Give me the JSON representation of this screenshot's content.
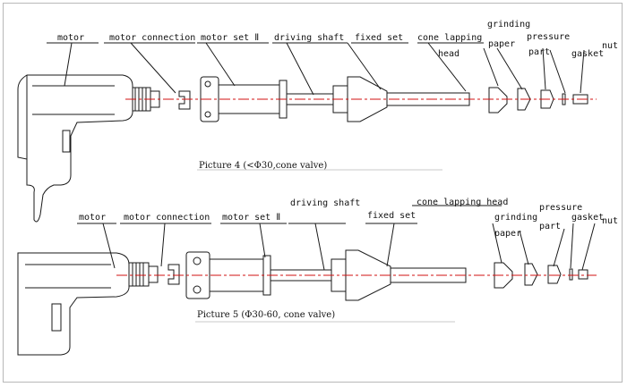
{
  "colors": {
    "line": "#1a1a1a",
    "centerline": "#d01010",
    "leader": "#1a1a1a",
    "frame": "#b8b8b8"
  },
  "diagram1": {
    "labels": {
      "motor": "motor",
      "motor_connection": "motor connection",
      "motor_set": "motor set Ⅱ",
      "driving_shaft": "driving shaft",
      "fixed_set": "fixed set",
      "cone_lapping": "cone lapping",
      "head": "head",
      "grinding": "grinding",
      "paper": "paper",
      "pressure": "pressure",
      "part": "part",
      "gasket": "gasket",
      "nut": "nut"
    },
    "caption": "Picture 4 (<Φ30,cone valve)"
  },
  "diagram2": {
    "labels": {
      "motor": "motor",
      "motor_connection": "motor connection",
      "motor_set": "motor set Ⅱ",
      "driving_shaft": "driving shaft",
      "fixed_set": "fixed set",
      "cone_lapping_head": "cone lapping head",
      "grinding": "grinding",
      "paper": "paper",
      "pressure": "pressure",
      "part": "part",
      "gasket": "gasket",
      "nut": "nut"
    },
    "caption": "Picture 5 (Φ30-60, cone valve)"
  }
}
